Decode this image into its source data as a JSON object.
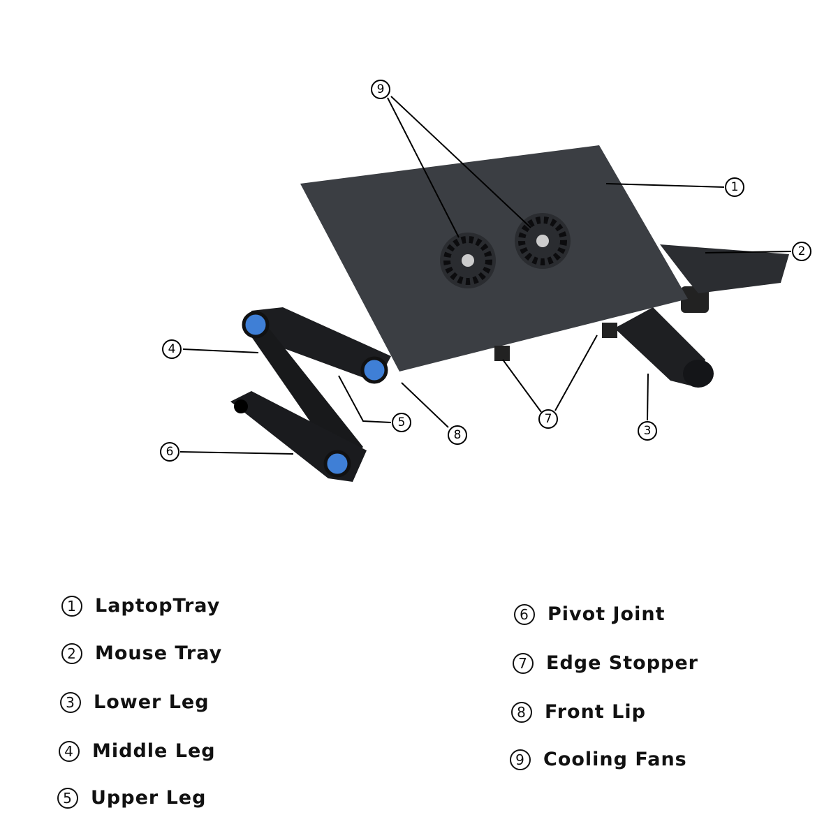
{
  "callouts": [
    "1",
    "2",
    "3",
    "4",
    "5",
    "6",
    "7",
    "8",
    "9"
  ],
  "legend": [
    {
      "num": "1",
      "label": "LaptopTray"
    },
    {
      "num": "2",
      "label": "Mouse Tray"
    },
    {
      "num": "3",
      "label": "Lower Leg"
    },
    {
      "num": "4",
      "label": "Middle Leg"
    },
    {
      "num": "5",
      "label": "Upper Leg"
    },
    {
      "num": "6",
      "label": "Pivot Joint"
    },
    {
      "num": "7",
      "label": "Edge Stopper"
    },
    {
      "num": "8",
      "label": "Front Lip"
    },
    {
      "num": "9",
      "label": "Cooling Fans"
    }
  ],
  "colors": {
    "tray": "#3b3e43",
    "leg": "#1c1d20",
    "joint": "#3f7fd6"
  }
}
